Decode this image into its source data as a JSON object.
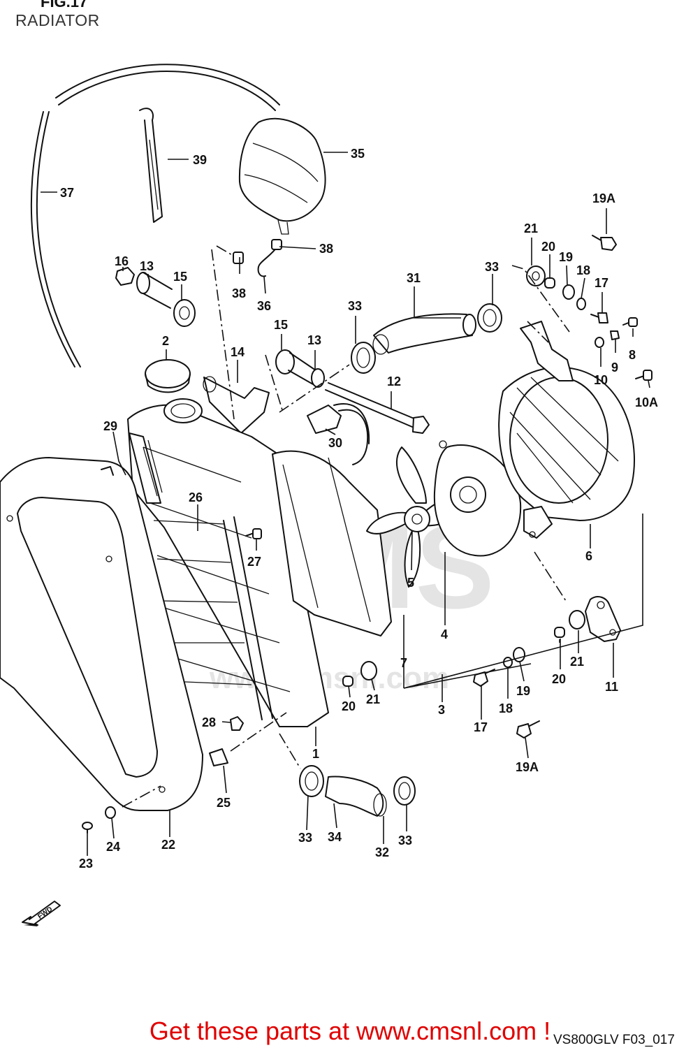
{
  "figure": {
    "number": "FIG.17",
    "title": "RADIATOR",
    "drawing_code": "VS800GLV F03_017"
  },
  "watermark": {
    "brand": "CMS",
    "url": "www.cmsnl.com"
  },
  "fwd_arrow_label": "FWD",
  "promo_link_text": "Get these parts at www.cmsnl.com !",
  "colors": {
    "line_art": "#111111",
    "promo_link": "#e00000",
    "watermark": "#cfcfcf"
  },
  "parts": [
    {
      "key": "p39",
      "label": "39",
      "name": "hose-clamp-strap"
    },
    {
      "key": "p35",
      "label": "35",
      "name": "reservoir-tank"
    },
    {
      "key": "p37",
      "label": "37",
      "name": "overflow-hose"
    },
    {
      "key": "p19a_top",
      "label": "19A",
      "name": "bolt"
    },
    {
      "key": "p38_a",
      "label": "38",
      "name": "hose-clip"
    },
    {
      "key": "p38_b",
      "label": "38",
      "name": "hose-clip"
    },
    {
      "key": "p36",
      "label": "36",
      "name": "tank-hose"
    },
    {
      "key": "p16",
      "label": "16",
      "name": "nut"
    },
    {
      "key": "p13_a",
      "label": "13",
      "name": "spacer"
    },
    {
      "key": "p15_a",
      "label": "15",
      "name": "cushion"
    },
    {
      "key": "p2",
      "label": "2",
      "name": "radiator-cap"
    },
    {
      "key": "p14",
      "label": "14",
      "name": "bracket"
    },
    {
      "key": "p15_b",
      "label": "15",
      "name": "cushion"
    },
    {
      "key": "p13_b",
      "label": "13",
      "name": "spacer"
    },
    {
      "key": "p33_a",
      "label": "33",
      "name": "hose-clamp"
    },
    {
      "key": "p31",
      "label": "31",
      "name": "radiator-hose-inlet"
    },
    {
      "key": "p33_b",
      "label": "33",
      "name": "hose-clamp"
    },
    {
      "key": "p21_a",
      "label": "21",
      "name": "cushion"
    },
    {
      "key": "p20_a",
      "label": "20",
      "name": "spacer"
    },
    {
      "key": "p19_a",
      "label": "19",
      "name": "washer"
    },
    {
      "key": "p18_a",
      "label": "18",
      "name": "washer"
    },
    {
      "key": "p17_a",
      "label": "17",
      "name": "bolt"
    },
    {
      "key": "p8",
      "label": "8",
      "name": "bolt"
    },
    {
      "key": "p9",
      "label": "9",
      "name": "washer"
    },
    {
      "key": "p10",
      "label": "10",
      "name": "nut"
    },
    {
      "key": "p10a",
      "label": "10A",
      "name": "bolt"
    },
    {
      "key": "p12",
      "label": "12",
      "name": "bolt"
    },
    {
      "key": "p29",
      "label": "29",
      "name": "grille-mount"
    },
    {
      "key": "p30",
      "label": "30",
      "name": "thermo-switch"
    },
    {
      "key": "p26",
      "label": "26",
      "name": "radiator-grille"
    },
    {
      "key": "p27",
      "label": "27",
      "name": "screw"
    },
    {
      "key": "p5",
      "label": "5",
      "name": "fan-nut"
    },
    {
      "key": "p6",
      "label": "6",
      "name": "fan-shroud"
    },
    {
      "key": "p4",
      "label": "4",
      "name": "fan-motor"
    },
    {
      "key": "p7",
      "label": "7",
      "name": "fan-blade"
    },
    {
      "key": "p3",
      "label": "3",
      "name": "cooling-fan-assy"
    },
    {
      "key": "p11",
      "label": "11",
      "name": "bracket"
    },
    {
      "key": "p21_b",
      "label": "21",
      "name": "cushion"
    },
    {
      "key": "p20_b",
      "label": "20",
      "name": "spacer"
    },
    {
      "key": "p19_b",
      "label": "19",
      "name": "washer"
    },
    {
      "key": "p18_b",
      "label": "18",
      "name": "washer"
    },
    {
      "key": "p17_b",
      "label": "17",
      "name": "bolt"
    },
    {
      "key": "p19a_bottom",
      "label": "19A",
      "name": "bolt"
    },
    {
      "key": "p20_c",
      "label": "20",
      "name": "spacer"
    },
    {
      "key": "p21_c",
      "label": "21",
      "name": "cushion"
    },
    {
      "key": "p28",
      "label": "28",
      "name": "nut"
    },
    {
      "key": "p1",
      "label": "1",
      "name": "radiator"
    },
    {
      "key": "p25",
      "label": "25",
      "name": "clip-nut"
    },
    {
      "key": "p33_c",
      "label": "33",
      "name": "hose-clamp"
    },
    {
      "key": "p34",
      "label": "34",
      "name": "radiator-hose-outlet"
    },
    {
      "key": "p32",
      "label": "32",
      "name": "radiator-hose"
    },
    {
      "key": "p33_d",
      "label": "33",
      "name": "hose-clamp"
    },
    {
      "key": "p22",
      "label": "22",
      "name": "radiator-cover"
    },
    {
      "key": "p24",
      "label": "24",
      "name": "washer"
    },
    {
      "key": "p23",
      "label": "23",
      "name": "screw"
    }
  ]
}
